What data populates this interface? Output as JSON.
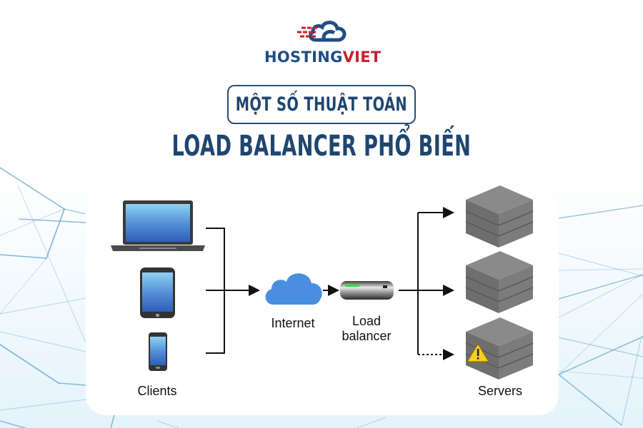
{
  "brand": {
    "name_part1": "HOSTING",
    "name_part2": "VIET",
    "colors": {
      "primary": "#1f4e85",
      "accent": "#c8202f"
    }
  },
  "title": {
    "line1": "MỘT SỐ THUẬT TOÁN",
    "line2": "LOAD BALANCER PHỔ BIẾN",
    "color": "#1f4670"
  },
  "diagram": {
    "clients": {
      "label": "Clients",
      "devices": [
        "laptop",
        "tablet",
        "smartphone"
      ]
    },
    "internet": {
      "label": "Internet",
      "icon": "cloud-icon",
      "color": "#4a8ee0"
    },
    "load_balancer": {
      "label_line1": "Load",
      "label_line2": "balancer",
      "icon": "load-balancer-device-icon"
    },
    "servers": {
      "label": "Servers",
      "items": [
        {
          "status": "active",
          "connection": "solid"
        },
        {
          "status": "active",
          "connection": "solid"
        },
        {
          "status": "warning",
          "connection": "dashed"
        }
      ]
    },
    "flow": [
      "Clients",
      "Internet",
      "Load balancer",
      "Servers"
    ]
  }
}
